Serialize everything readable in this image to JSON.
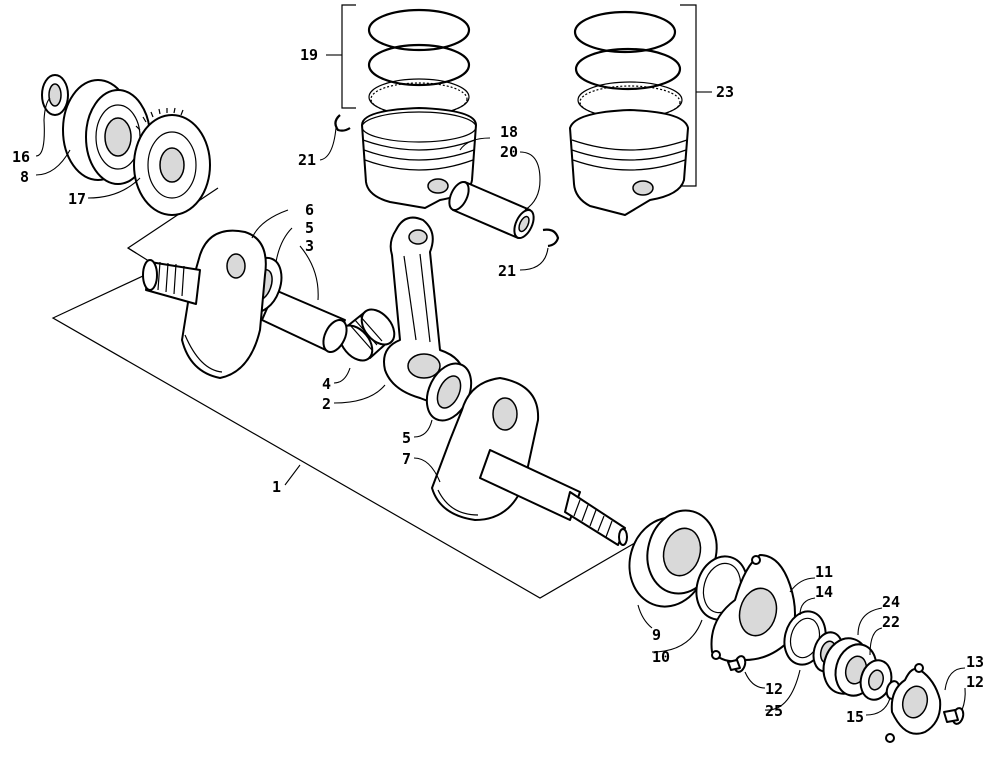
{
  "callouts": [
    {
      "id": "c19",
      "text": "19"
    },
    {
      "id": "c23",
      "text": "23"
    },
    {
      "id": "c16",
      "text": "16"
    },
    {
      "id": "c8",
      "text": "8"
    },
    {
      "id": "c17",
      "text": "17"
    },
    {
      "id": "c21a",
      "text": "21"
    },
    {
      "id": "c18",
      "text": "18"
    },
    {
      "id": "c20",
      "text": "20"
    },
    {
      "id": "c21b",
      "text": "21"
    },
    {
      "id": "c6",
      "text": "6"
    },
    {
      "id": "c5a",
      "text": "5"
    },
    {
      "id": "c3",
      "text": "3"
    },
    {
      "id": "c4",
      "text": "4"
    },
    {
      "id": "c2",
      "text": "2"
    },
    {
      "id": "c5b",
      "text": "5"
    },
    {
      "id": "c7",
      "text": "7"
    },
    {
      "id": "c1",
      "text": "1"
    },
    {
      "id": "c11",
      "text": "11"
    },
    {
      "id": "c14",
      "text": "14"
    },
    {
      "id": "c24",
      "text": "24"
    },
    {
      "id": "c22",
      "text": "22"
    },
    {
      "id": "c9",
      "text": "9"
    },
    {
      "id": "c10",
      "text": "10"
    },
    {
      "id": "c13",
      "text": "13"
    },
    {
      "id": "c12a",
      "text": "12"
    },
    {
      "id": "c12b",
      "text": "12"
    },
    {
      "id": "c25",
      "text": "25"
    },
    {
      "id": "c15",
      "text": "15"
    }
  ]
}
